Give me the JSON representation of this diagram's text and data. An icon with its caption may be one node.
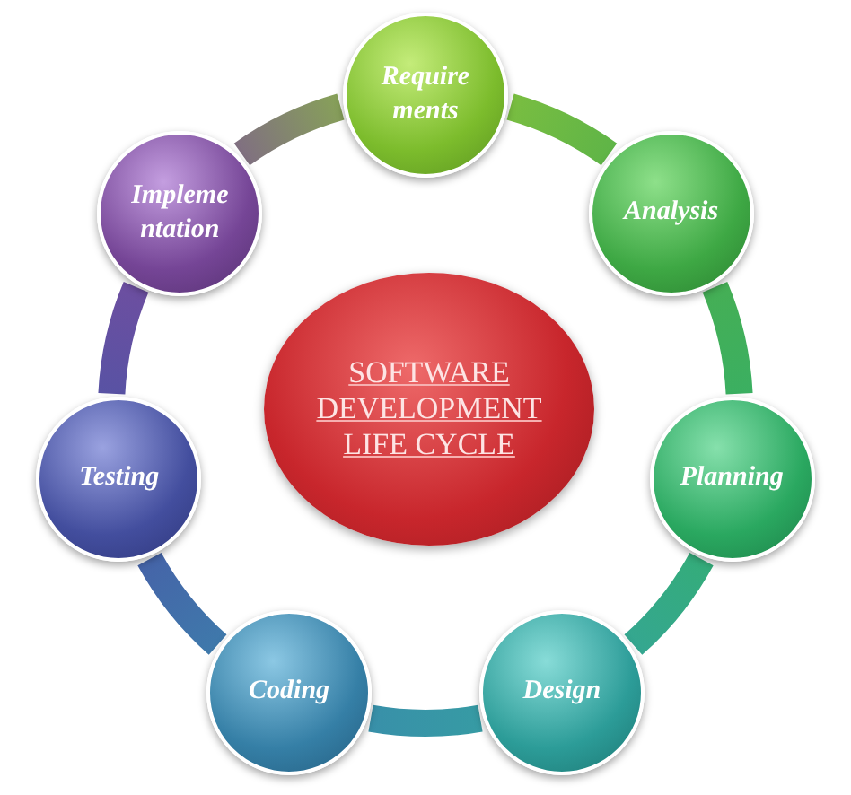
{
  "diagram": {
    "nodes": [
      {
        "text": [
          "SOFTWARE DEVELOPMENT LIFE CYCLE"
        ]
      },
      {
        "text": [
          "Require ments"
        ]
      },
      {
        "text": [
          "Analysis"
        ]
      },
      {
        "text": [
          "Planning"
        ]
      },
      {
        "text": [
          "Design"
        ]
      },
      {
        "text": [
          "Coding"
        ]
      },
      {
        "text": [
          "Testing"
        ]
      },
      {
        "text": [
          "Impleme ntation"
        ]
      }
    ],
    "edges": [
      {
        "from": 1,
        "to": 2,
        "arrow": "none",
        "style": "thick"
      },
      {
        "from": 2,
        "to": 3,
        "arrow": "none",
        "style": "thick"
      },
      {
        "from": 3,
        "to": 4,
        "arrow": "none",
        "style": "thick"
      },
      {
        "from": 4,
        "to": 5,
        "arrow": "none",
        "style": "thick"
      },
      {
        "from": 5,
        "to": 6,
        "arrow": "none",
        "style": "thick"
      },
      {
        "from": 6,
        "to": 7,
        "arrow": "none",
        "style": "thick"
      },
      {
        "from": 7,
        "to": 1,
        "arrow": "none",
        "style": "thick"
      }
    ]
  }
}
